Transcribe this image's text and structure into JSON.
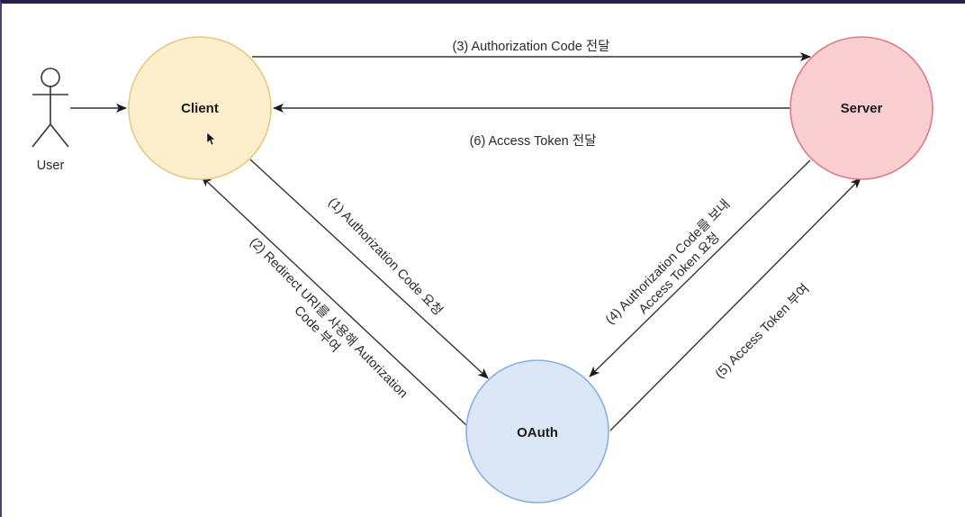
{
  "diagram": {
    "actor": {
      "label": "User"
    },
    "nodes": {
      "client": {
        "label": "Client",
        "fill": "#fdeecc",
        "stroke": "#e5c982"
      },
      "server": {
        "label": "Server",
        "fill": "#f9cfd2",
        "stroke": "#e07b83"
      },
      "oauth": {
        "label": "OAuth",
        "fill": "#dbe7f7",
        "stroke": "#8aaee0"
      }
    },
    "edges": {
      "e1": "(1) Authorization Code 요청",
      "e2_line1": "(2) Redirect URI를 사용해 Autorization",
      "e2_line2": "Code 부여",
      "e3": "(3) Authorization Code 전달",
      "e4_line1": "(4) Authorization Code를 보내",
      "e4_line2": "Access Token 요청",
      "e5": "(5) Access Token 부여",
      "e6": "(6) Access Token 전달"
    }
  }
}
